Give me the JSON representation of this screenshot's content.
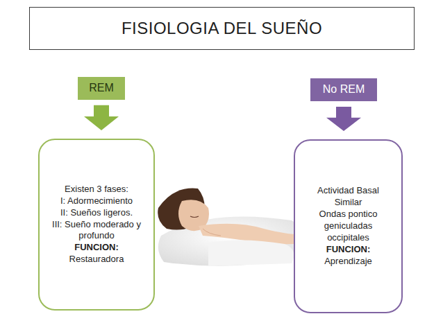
{
  "diagram": {
    "title": "FISIOLOGIA DEL SUEÑO",
    "nodes": [
      {
        "text": [
          "REM"
        ]
      },
      {
        "text": [
          "No REM"
        ]
      },
      {
        "text": [
          "Existen 3 fases:",
          "I: Adormecimiento",
          "II: Sueños ligeros.",
          "III: Sueño moderado y profundo",
          "FUNCION:",
          "Restauradora"
        ]
      },
      {
        "text": [
          "Actividad Basal Similar",
          "Ondas pontico geniculadas occipitales",
          "FUNCION:",
          "Aprendizaje"
        ]
      }
    ],
    "edges": [
      {
        "from": 0,
        "to": 2,
        "arrow": "to"
      },
      {
        "from": 1,
        "to": 3,
        "arrow": "to"
      }
    ]
  }
}
